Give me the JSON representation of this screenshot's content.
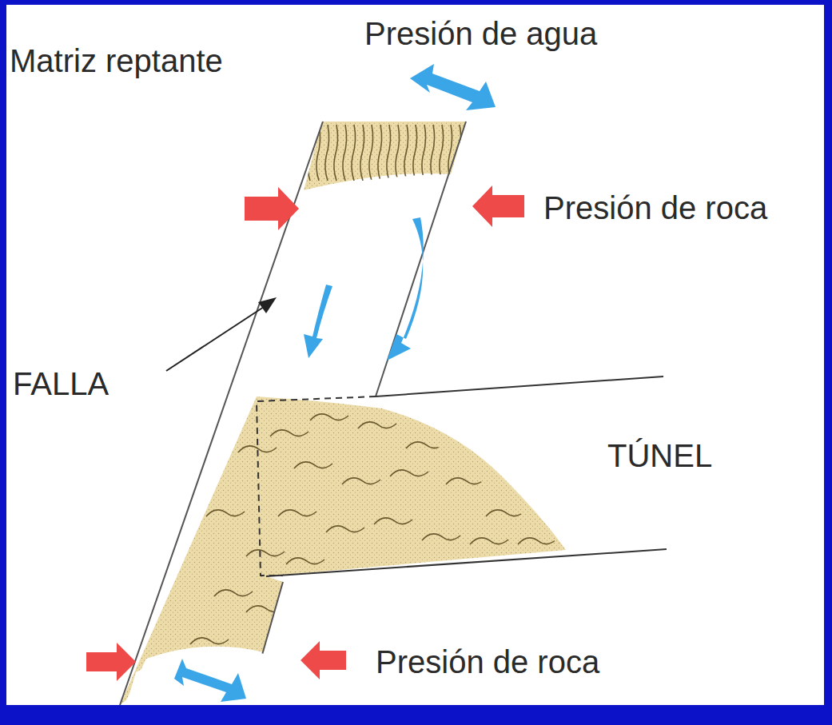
{
  "diagram": {
    "labels": [
      "Matriz reptante",
      "Presión de agua",
      "Presión de roca",
      "FALLA",
      "TÚNEL",
      "Presión de roca"
    ]
  }
}
